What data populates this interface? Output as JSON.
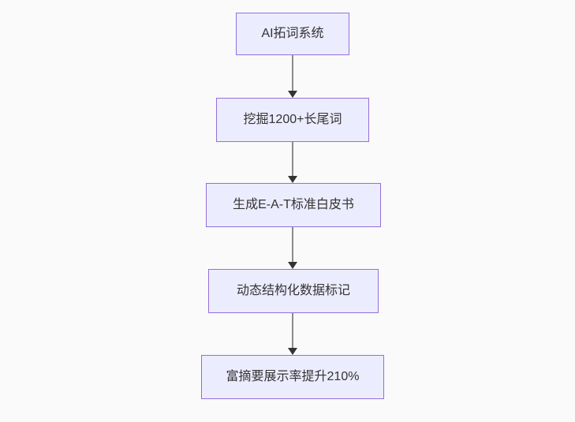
{
  "diagram": {
    "type": "flowchart",
    "direction": "top-down",
    "nodes": [
      {
        "id": "n1",
        "label": "AI拓词系统"
      },
      {
        "id": "n2",
        "label": "挖掘1200+长尾词"
      },
      {
        "id": "n3",
        "label": "生成E-A-T标准白皮书"
      },
      {
        "id": "n4",
        "label": "动态结构化数据标记"
      },
      {
        "id": "n5",
        "label": "富摘要展示率提升210%"
      }
    ],
    "edges": [
      {
        "from": "n1",
        "to": "n2"
      },
      {
        "from": "n2",
        "to": "n3"
      },
      {
        "from": "n3",
        "to": "n4"
      },
      {
        "from": "n4",
        "to": "n5"
      }
    ],
    "colors": {
      "node_fill": "#ECECFF",
      "node_border": "#9370DB",
      "text": "#333333",
      "edge_line": "#8c8c8c",
      "arrowhead": "#333333",
      "background": "#fafafa"
    }
  }
}
